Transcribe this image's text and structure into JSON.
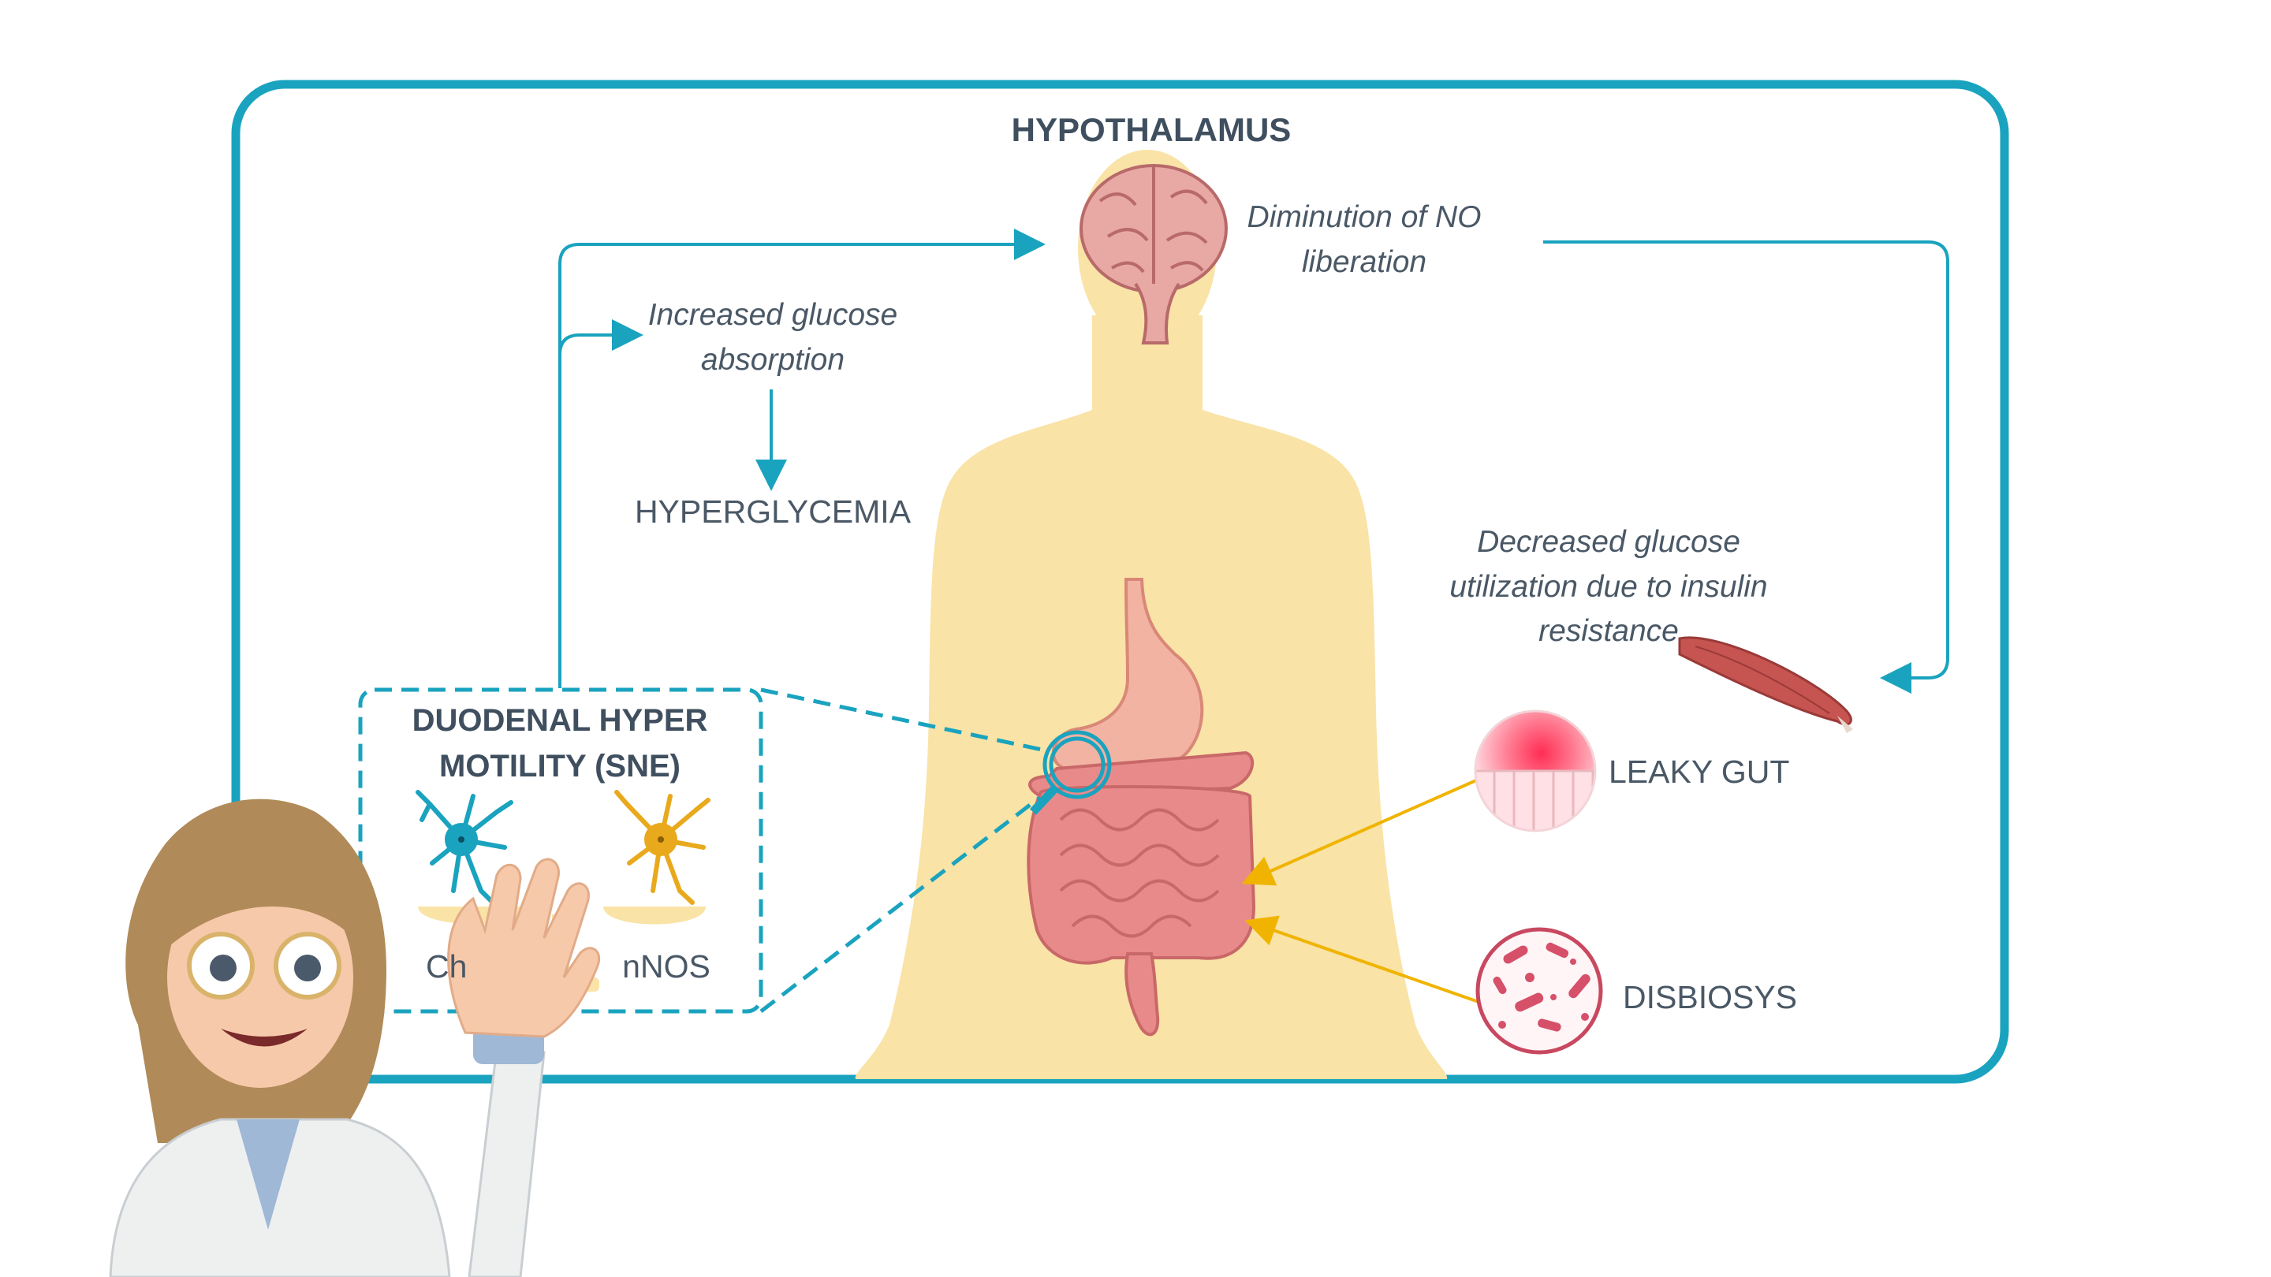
{
  "diagram": {
    "title": "HYPOTHALAMUS",
    "nodes": {
      "no_liberation": [
        "Diminution of NO",
        "liberation"
      ],
      "glucose_absorption": [
        "Increased glucose",
        "absorption"
      ],
      "hyperglycemia": "HYPERGLYCEMIA",
      "glucose_utilization": [
        "Decreased glucose",
        "utilization due to insulin",
        "resistance"
      ],
      "leaky_gut": "LEAKY GUT",
      "disbiosys": "DISBIOSYS",
      "duodenal": [
        "DUODENAL HYPER",
        "MOTILITY (SNE)"
      ],
      "balance_left": "Ch",
      "balance_right": "nNOS"
    }
  },
  "colors": {
    "frame": "#1aa3bf",
    "arrow": "#1aa3bf",
    "body": "#f9e3a6",
    "orange_arrow": "#f0b400",
    "organ": "#e98a8a",
    "neuron_teal": "#1aa3bf",
    "neuron_gold": "#e9a91d"
  },
  "icons": [
    "brain-icon",
    "stomach-icon",
    "intestine-icon",
    "magnifier-icon",
    "muscle-icon",
    "leaky-gut-icon",
    "bacteria-icon",
    "neuron-icon",
    "balance-scale-icon",
    "presenter-avatar"
  ]
}
